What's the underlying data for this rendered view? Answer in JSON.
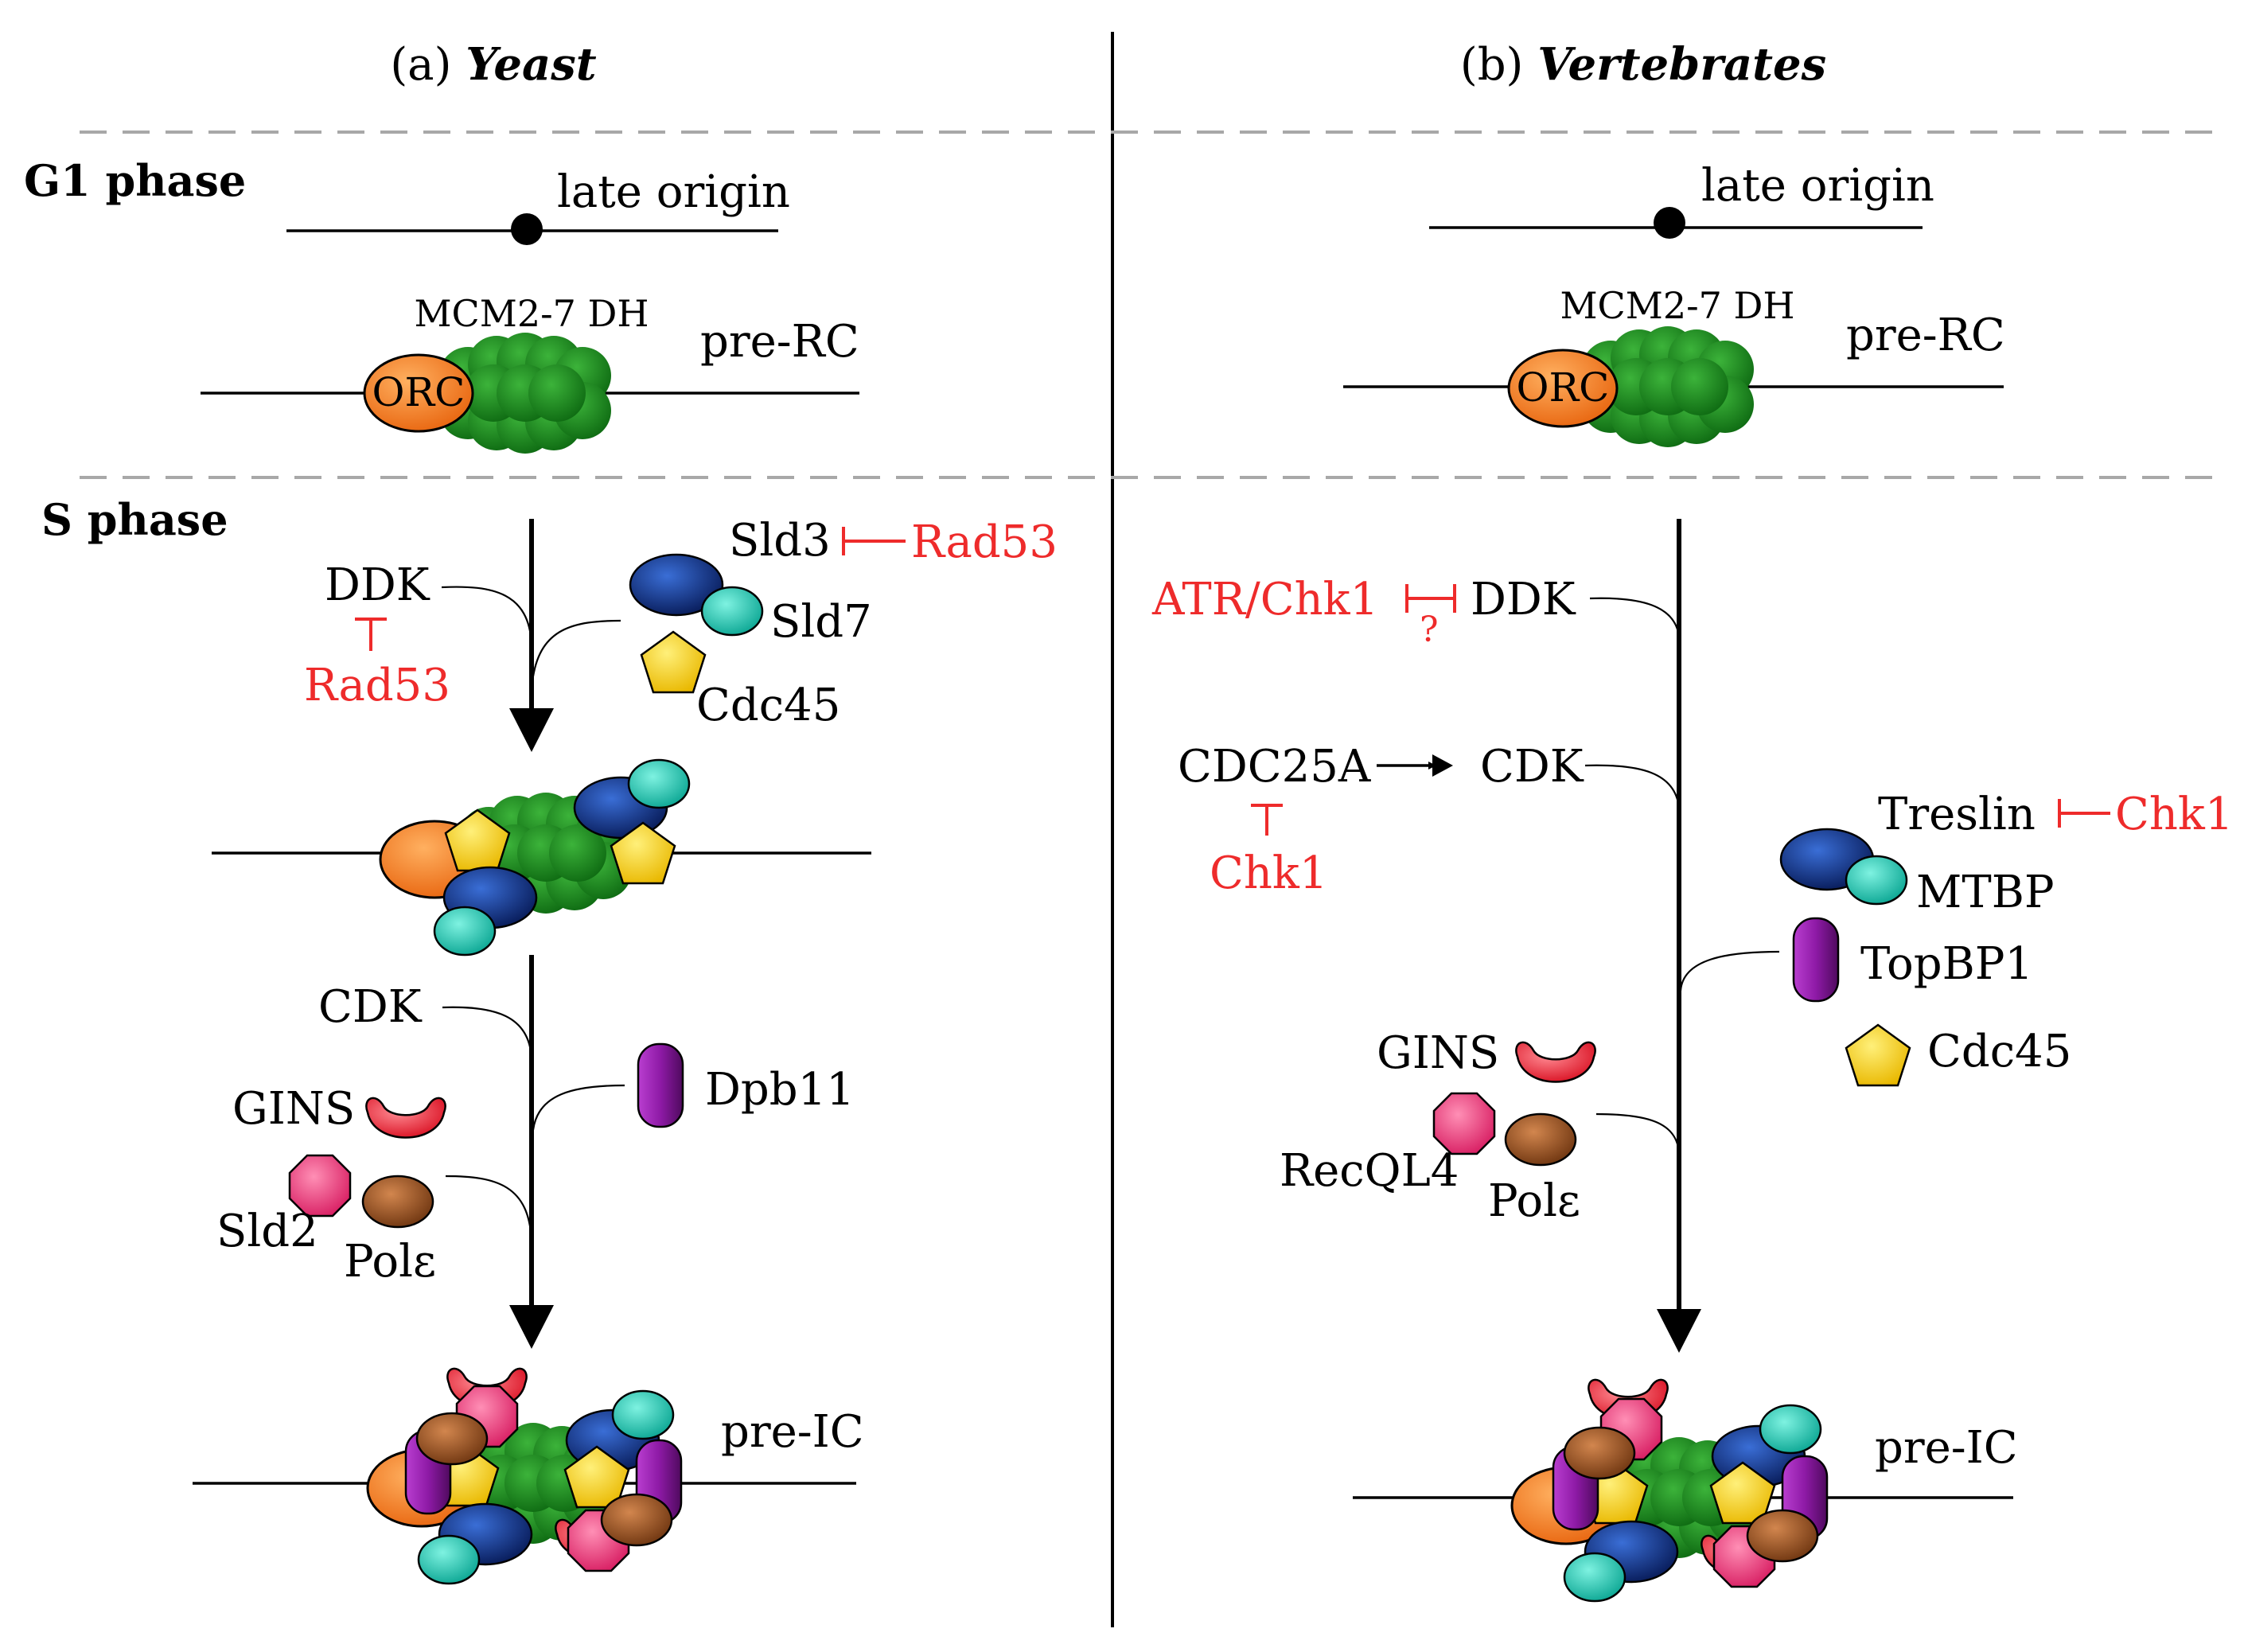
{
  "colors": {
    "orc": "#f07c1e",
    "mcm": "#1f8a22",
    "sld3_treslin": "#0d2f8c",
    "sld7_mtbp": "#15c9b4",
    "cdc45": "#f6cf15",
    "dpb11_topbp1": "#8e1aa6",
    "gins": "#ec2d3c",
    "sld2_recql4": "#f2437e",
    "pol_epsilon": "#9a4f22",
    "inhibitor_red": "#ee2b2b"
  },
  "panels": {
    "yeast": {
      "title_letter": "(a)",
      "title_name": "Yeast",
      "g1": {
        "origin_label": "late origin",
        "mcm_label": "MCM2-7 DH",
        "orc_label": "ORC",
        "complex_label": "pre-RC"
      },
      "s": {
        "sld3": "Sld3",
        "rad53_a": "Rad53",
        "ddk": "DDK",
        "rad53_b": "Rad53",
        "sld7": "Sld7",
        "cdc45": "Cdc45",
        "cdk": "CDK",
        "dpb11": "Dpb11",
        "gins": "GINS",
        "sld2": "Sld2",
        "pol": "Polε",
        "complex_label": "pre-IC"
      }
    },
    "vertebrates": {
      "title_letter": "(b)",
      "title_name": "Vertebrates",
      "g1": {
        "origin_label": "late origin",
        "mcm_label": "MCM2-7 DH",
        "orc_label": "ORC",
        "complex_label": "pre-RC"
      },
      "s": {
        "atr": "ATR/Chk1",
        "question": "?",
        "ddk": "DDK",
        "cdc25a": "CDC25A",
        "cdk": "CDK",
        "chk1_a": "Chk1",
        "treslin": "Treslin",
        "chk1_b": "Chk1",
        "mtbp": "MTBP",
        "topbp1": "TopBP1",
        "cdc45": "Cdc45",
        "gins": "GINS",
        "recql4": "RecQL4",
        "pol": "Polε",
        "complex_label": "pre-IC"
      }
    }
  },
  "phases": {
    "g1": "G1 phase",
    "s": "S phase"
  }
}
